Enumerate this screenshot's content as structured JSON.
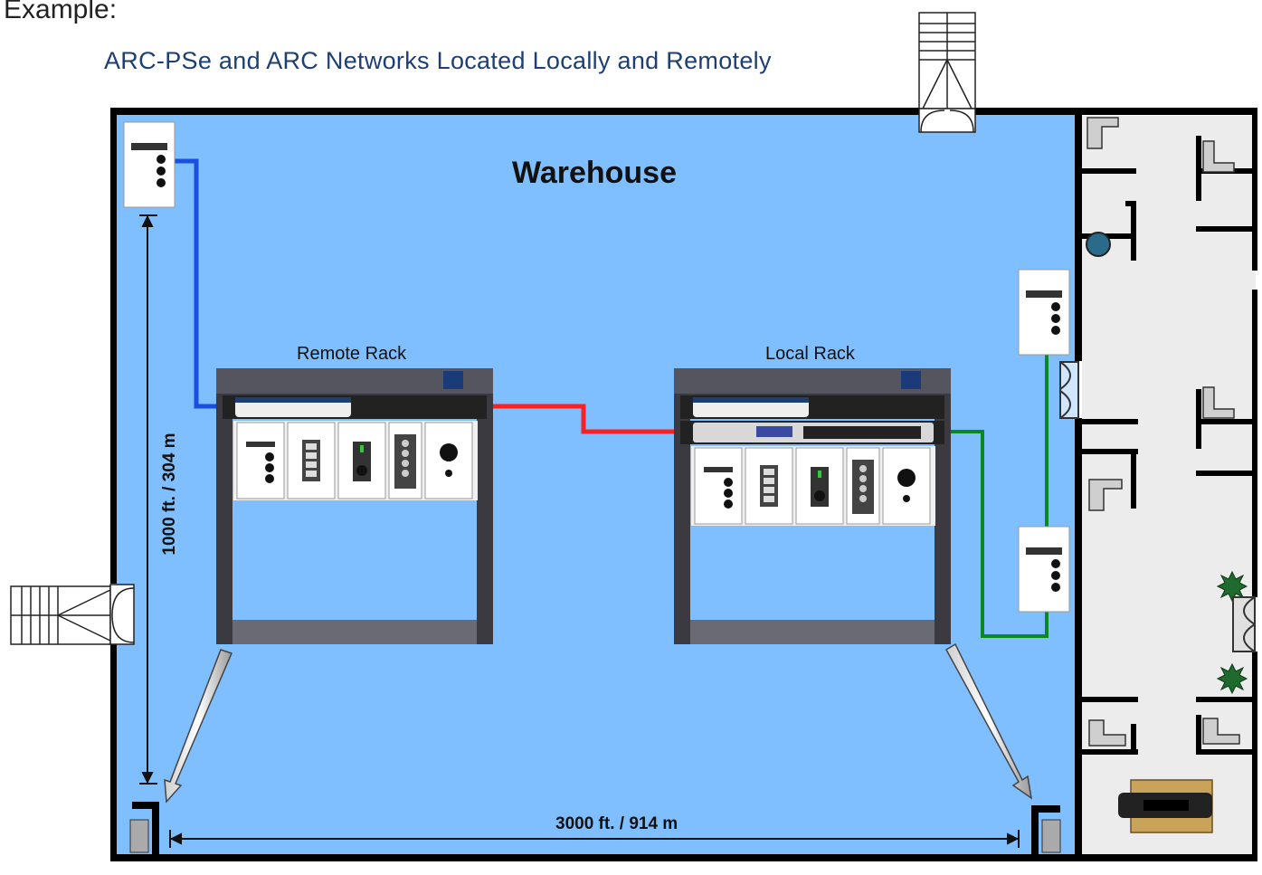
{
  "header": {
    "example": "Example:",
    "subtitle": "ARC-PSe and ARC Networks Located Locally and Remotely"
  },
  "warehouse": {
    "title": "Warehouse"
  },
  "racks": {
    "remote": "Remote Rack",
    "local": "Local Rack"
  },
  "dimensions": {
    "height": "1000 ft. / 304 m",
    "width": "3000 ft. / 914 m"
  },
  "colors": {
    "floor": "#7fbfff",
    "office_floor": "#e8e8e8",
    "wall": "#000000",
    "blue_cable": "#1a4fe0",
    "red_cable": "#ff2020",
    "green_cable": "#0a8a1e",
    "rack_frame": "#3a3a40",
    "rack_shelf": "#6a6a74",
    "subtitle": "#1d3f73"
  }
}
